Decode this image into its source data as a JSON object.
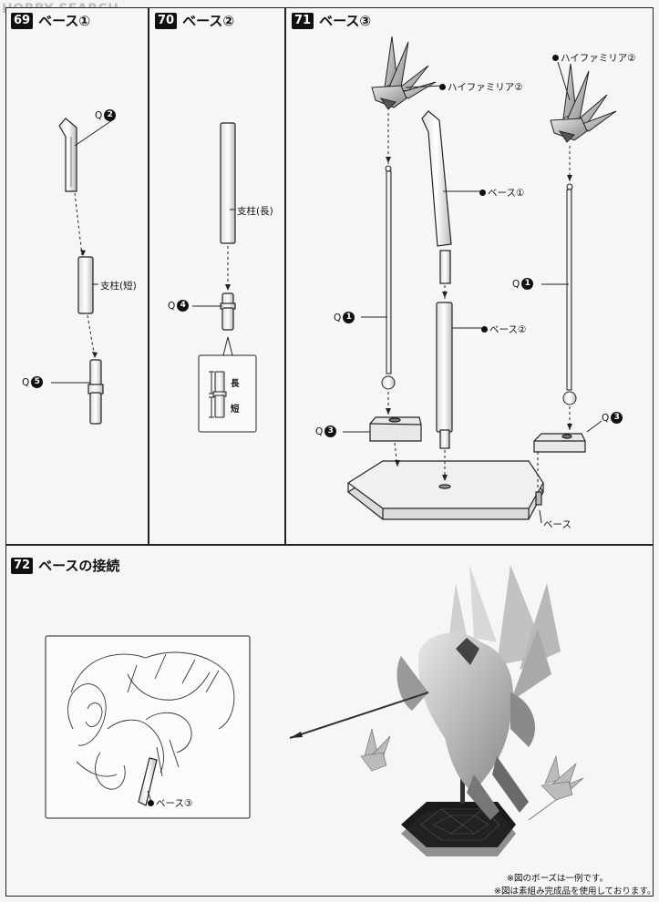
{
  "watermark": "HOBBY SEARCH",
  "steps": [
    {
      "num": "69",
      "title": "ベース①"
    },
    {
      "num": "70",
      "title": "ベース②"
    },
    {
      "num": "71",
      "title": "ベース③"
    },
    {
      "num": "72",
      "title": "ベースの接続"
    }
  ],
  "parts": {
    "q": "Q",
    "n1": "1",
    "n2": "2",
    "n3": "3",
    "n4": "4",
    "n5": "5",
    "shichu_tan": "支柱(短)",
    "shichu_naga": "支柱(長)",
    "naga": "長",
    "tan": "短",
    "hyfamilia2": "ハイファミリア②",
    "base1": "ベース①",
    "base2": "ベース②",
    "base3": "ベース③",
    "base": "ベース"
  },
  "notes": [
    "※図のポーズは一例です。",
    "※図は素組み完成品を使用しております。"
  ]
}
